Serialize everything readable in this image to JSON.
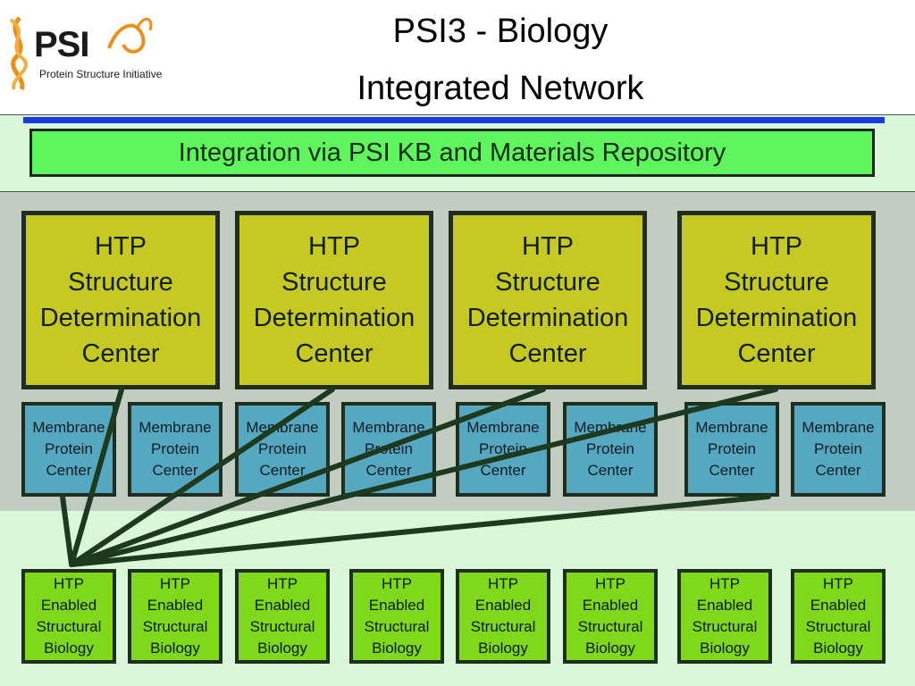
{
  "logo": {
    "wordmark": "PSI",
    "tagline": "Protein Structure Initiative",
    "colors": {
      "helix": "#e8901a",
      "text": "#1a1a1a"
    }
  },
  "title": {
    "line1": "PSI3 - Biology",
    "line2": "Integrated Network"
  },
  "integration_box": {
    "label": "Integration via PSI KB and Materials Repository",
    "color": "#5ef55e"
  },
  "htp_centers": [
    "HTP\nStructure\nDetermination\nCenter",
    "HTP\nStructure\nDetermination\nCenter",
    "HTP\nStructure\nDetermination\nCenter",
    "HTP\nStructure\nDetermination\nCenter"
  ],
  "membrane_centers": [
    "Membrane\nProtein\nCenter",
    "Membrane\nProtein\nCenter",
    "Membrane\nProtein\nCenter",
    "Membrane\nProtein\nCenter",
    "Membrane\nProtein\nCenter",
    "Membrane\nProtein\nCenter",
    "Membrane\nProtein\nCenter",
    "Membrane\nProtein\nCenter"
  ],
  "enabled_biology": [
    "HTP\nEnabled\nStructural\nBiology",
    "HTP\nEnabled\nStructural\nBiology",
    "HTP\nEnabled\nStructural\nBiology",
    "HTP\nEnabled\nStructural\nBiology",
    "HTP\nEnabled\nStructural\nBiology",
    "HTP\nEnabled\nStructural\nBiology",
    "HTP\nEnabled\nStructural\nBiology",
    "HTP\nEnabled\nStructural\nBiology"
  ],
  "colors": {
    "htp_center": "#c7c922",
    "membrane": "#56a8c0",
    "enabled": "#7fd81a",
    "connector": "#1e3a1e",
    "rule": "#1d39e6"
  }
}
